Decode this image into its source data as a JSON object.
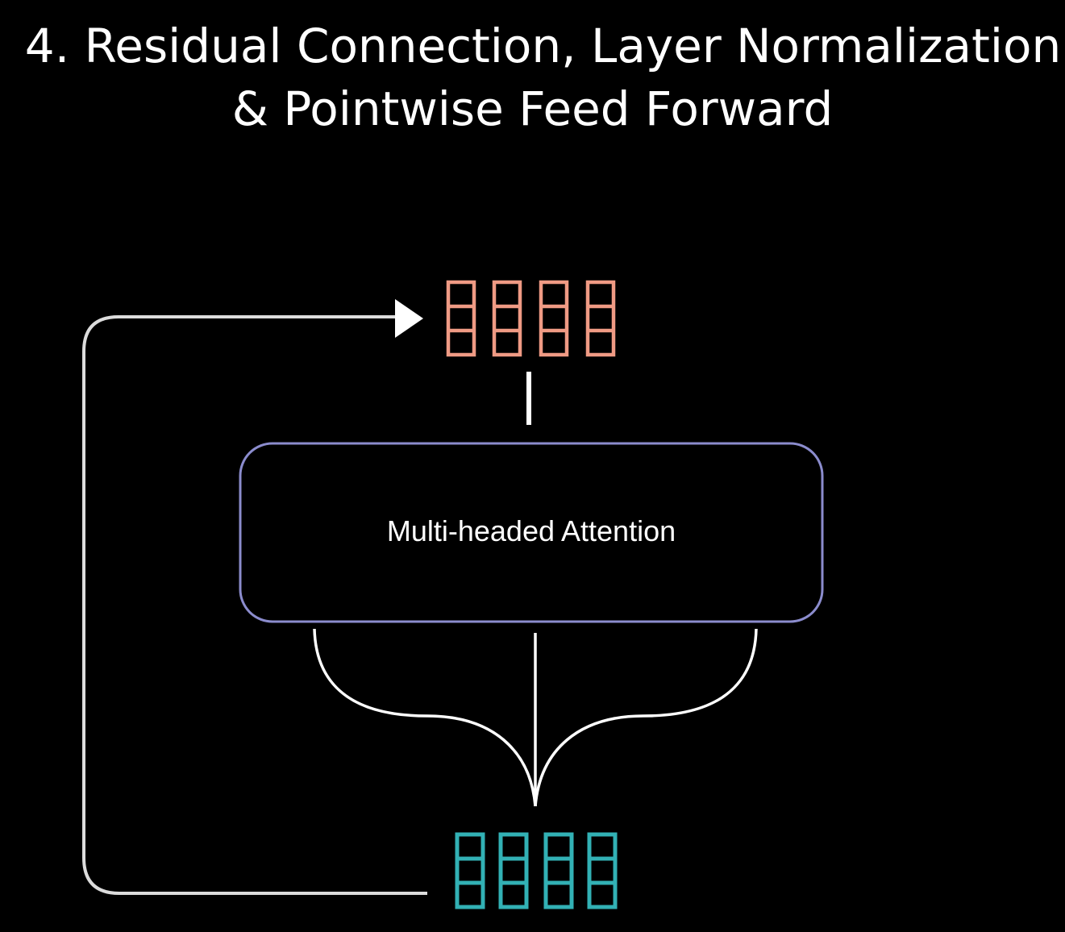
{
  "title": {
    "line1": "4. Residual Connection, Layer Normalization",
    "line2": "& Pointwise Feed Forward"
  },
  "diagram": {
    "attention_block_label": "Multi-headed Attention",
    "output_vectors": {
      "count": 4,
      "cells_per_vector": 3,
      "color": "#ef9a84"
    },
    "input_vectors": {
      "count": 4,
      "cells_per_vector": 3,
      "color": "#32b1b5"
    },
    "block_border_color": "#8b8ccd",
    "line_color": "#ffffff"
  }
}
